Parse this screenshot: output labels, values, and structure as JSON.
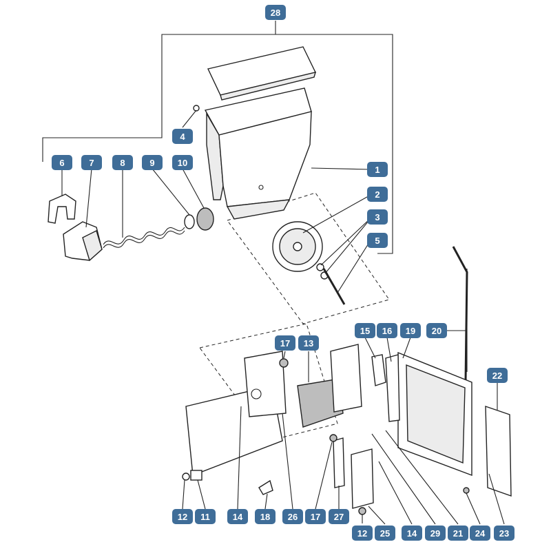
{
  "diagram": {
    "labels": [
      "28",
      "4",
      "1",
      "6",
      "7",
      "8",
      "9",
      "10",
      "2",
      "3",
      "5",
      "15",
      "16",
      "19",
      "20",
      "17",
      "13",
      "22",
      "12",
      "11",
      "14",
      "18",
      "26",
      "17",
      "27",
      "12",
      "25",
      "14",
      "29",
      "21",
      "24",
      "23"
    ],
    "colors": {
      "label_fill": "#3f6d98",
      "label_text": "#ffffff",
      "line": "#222222",
      "part_fill": "#ececec"
    }
  }
}
